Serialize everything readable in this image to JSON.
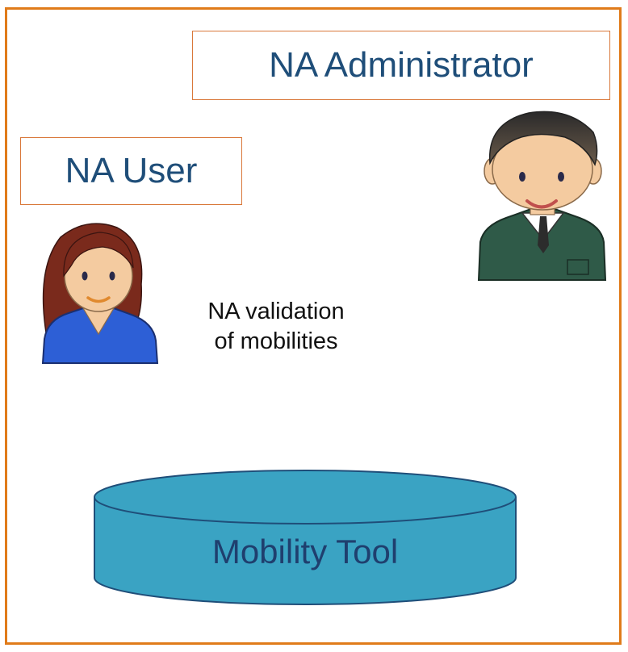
{
  "admin_label": "NA Administrator",
  "user_label": "NA User",
  "caption": {
    "line1": "NA validation",
    "line2": "of mobilities"
  },
  "database_label": "Mobility Tool",
  "colors": {
    "frame": "#E07B1A",
    "role_box_border": "#D9783A",
    "role_text": "#1F4E79",
    "database_fill": "#3AA3C3",
    "database_text": "#1F3F6E"
  },
  "icons": {
    "admin": "male-admin-avatar-icon",
    "user": "female-user-avatar-icon",
    "database": "database-cylinder-icon"
  }
}
